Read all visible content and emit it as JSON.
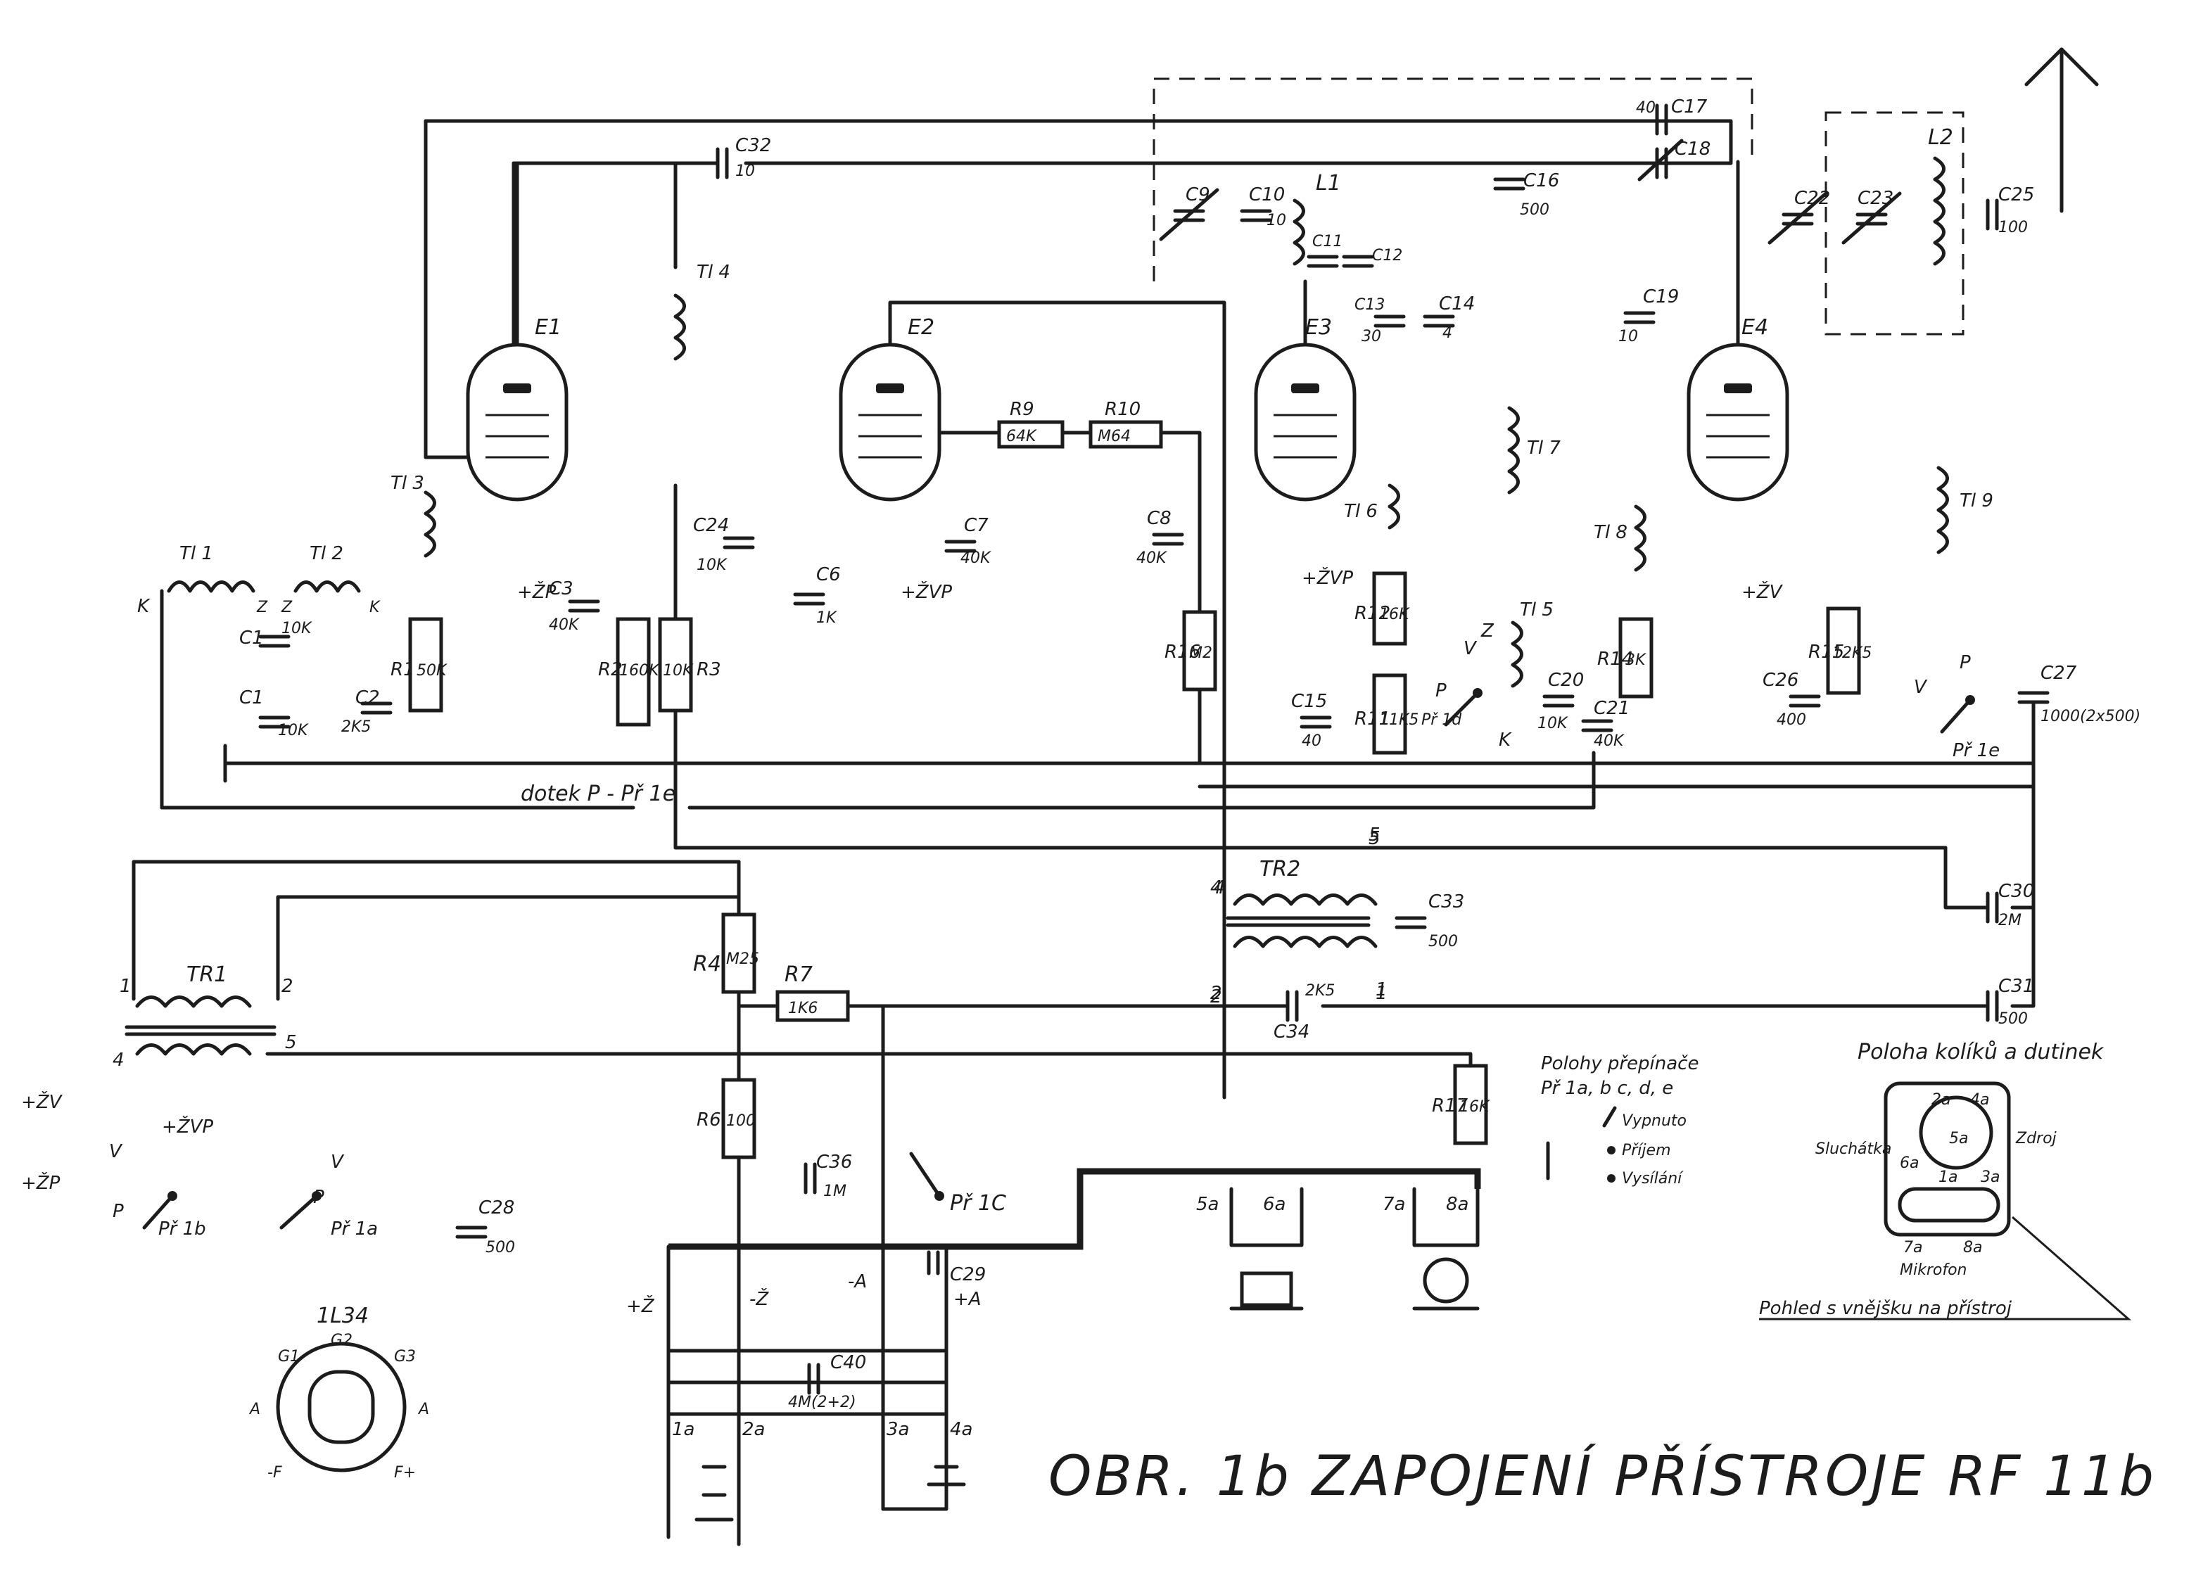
{
  "title": "OBR. 1b ZAPOJENÍ PŘÍSTROJE RF 11b",
  "tubes": [
    {
      "label": "E1"
    },
    {
      "label": "E2"
    },
    {
      "label": "E3"
    },
    {
      "label": "E4"
    },
    {
      "label": "1L34"
    }
  ],
  "tube_pins": [
    "G1",
    "G2",
    "G3",
    "A",
    "A",
    "-F",
    "F+"
  ],
  "chokes": [
    "Tl 1",
    "Tl 2",
    "Tl 3",
    "Tl 4",
    "Tl 5",
    "Tl 6",
    "Tl 7",
    "Tl 8",
    "Tl 9"
  ],
  "coils": [
    "L1",
    "L2"
  ],
  "transformers": [
    {
      "label": "TR1",
      "pins": [
        "1",
        "2",
        "4",
        "5"
      ]
    },
    {
      "label": "TR2",
      "pins": [
        "4",
        "5",
        "2",
        "1"
      ]
    }
  ],
  "resistors": [
    {
      "name": "R1",
      "value": "50K"
    },
    {
      "name": "R2",
      "value": "160K"
    },
    {
      "name": "R3",
      "value": "10K"
    },
    {
      "name": "R4",
      "value": "M25"
    },
    {
      "name": "R6",
      "value": "100"
    },
    {
      "name": "R7",
      "value": "1K6"
    },
    {
      "name": "R9",
      "value": "64K"
    },
    {
      "name": "R10",
      "value": "M64"
    },
    {
      "name": "R11",
      "value": "11K5"
    },
    {
      "name": "R12",
      "value": "16K"
    },
    {
      "name": "R14",
      "value": "3K"
    },
    {
      "name": "R15",
      "value": "12K5"
    },
    {
      "name": "R16",
      "value": "M2"
    },
    {
      "name": "R17",
      "value": "16K"
    }
  ],
  "capacitors": [
    {
      "name": "C1",
      "value": "10K"
    },
    {
      "name": "C1",
      "value": "10K"
    },
    {
      "name": "C2",
      "value": "2K5"
    },
    {
      "name": "C3",
      "value": "40K"
    },
    {
      "name": "C6",
      "value": "1K"
    },
    {
      "name": "C7",
      "value": "40K"
    },
    {
      "name": "C8",
      "value": "40K"
    },
    {
      "name": "C9",
      "value": ""
    },
    {
      "name": "C10",
      "value": "10"
    },
    {
      "name": "C11",
      "value": ""
    },
    {
      "name": "C12",
      "value": ""
    },
    {
      "name": "C13",
      "value": "30"
    },
    {
      "name": "C14",
      "value": "4"
    },
    {
      "name": "C15",
      "value": "40"
    },
    {
      "name": "C16",
      "value": "500"
    },
    {
      "name": "C17",
      "value": "40"
    },
    {
      "name": "C18",
      "value": ""
    },
    {
      "name": "C19",
      "value": "10"
    },
    {
      "name": "C20",
      "value": "10K"
    },
    {
      "name": "C21",
      "value": "40K"
    },
    {
      "name": "C22",
      "value": ""
    },
    {
      "name": "C23",
      "value": ""
    },
    {
      "name": "C24",
      "value": "10K"
    },
    {
      "name": "C25",
      "value": "100"
    },
    {
      "name": "C26",
      "value": "400"
    },
    {
      "name": "C27",
      "value": "1000(2x500)"
    },
    {
      "name": "C28",
      "value": "500"
    },
    {
      "name": "C29",
      "value": ""
    },
    {
      "name": "C30",
      "value": "2M"
    },
    {
      "name": "C31",
      "value": "500"
    },
    {
      "name": "C32",
      "value": "10"
    },
    {
      "name": "C33",
      "value": "500"
    },
    {
      "name": "C34",
      "value": "2K5"
    },
    {
      "name": "C36",
      "value": "1M"
    },
    {
      "name": "C40",
      "value": "4M(2+2)"
    }
  ],
  "switches": [
    {
      "label": "Př 1a"
    },
    {
      "label": "Př 1b"
    },
    {
      "label": "Př 1C"
    },
    {
      "label": "Př 1d"
    },
    {
      "label": "Př 1e"
    }
  ],
  "supply_labels": [
    "+ŽV",
    "+ŽP",
    "+ŽVP",
    "+ŽP",
    "+ŽVP",
    "+ŽVP",
    "+ŽV",
    "+Ž",
    "-Ž",
    "-A",
    "+A"
  ],
  "node_labels": [
    "K",
    "Z",
    "Z",
    "K",
    "V",
    "P",
    "P",
    "V",
    "V",
    "P",
    "Z",
    "K",
    "V",
    "P",
    "4",
    "5",
    "2",
    "1",
    "1a",
    "2a",
    "3a",
    "4a",
    "5a",
    "6a",
    "7a",
    "8a"
  ],
  "notes": {
    "contact": "dotek P - Př 1e",
    "positions_title": "Polohy přepínače",
    "positions_sub": "Př 1a, b c, d, e",
    "pos_off": "Vypnuto",
    "pos_receive": "Příjem",
    "pos_transmit": "Vysílání",
    "connector_title": "Poloha kolíků a dutinek",
    "headphones": "Sluchátka",
    "source": "Zdroj",
    "microphone": "Mikrofon",
    "view": "Pohled s vnějšku na přístroj"
  },
  "connector_pins": [
    "2a",
    "4a",
    "5a",
    "6a",
    "1a",
    "3a",
    "7a",
    "8a"
  ]
}
